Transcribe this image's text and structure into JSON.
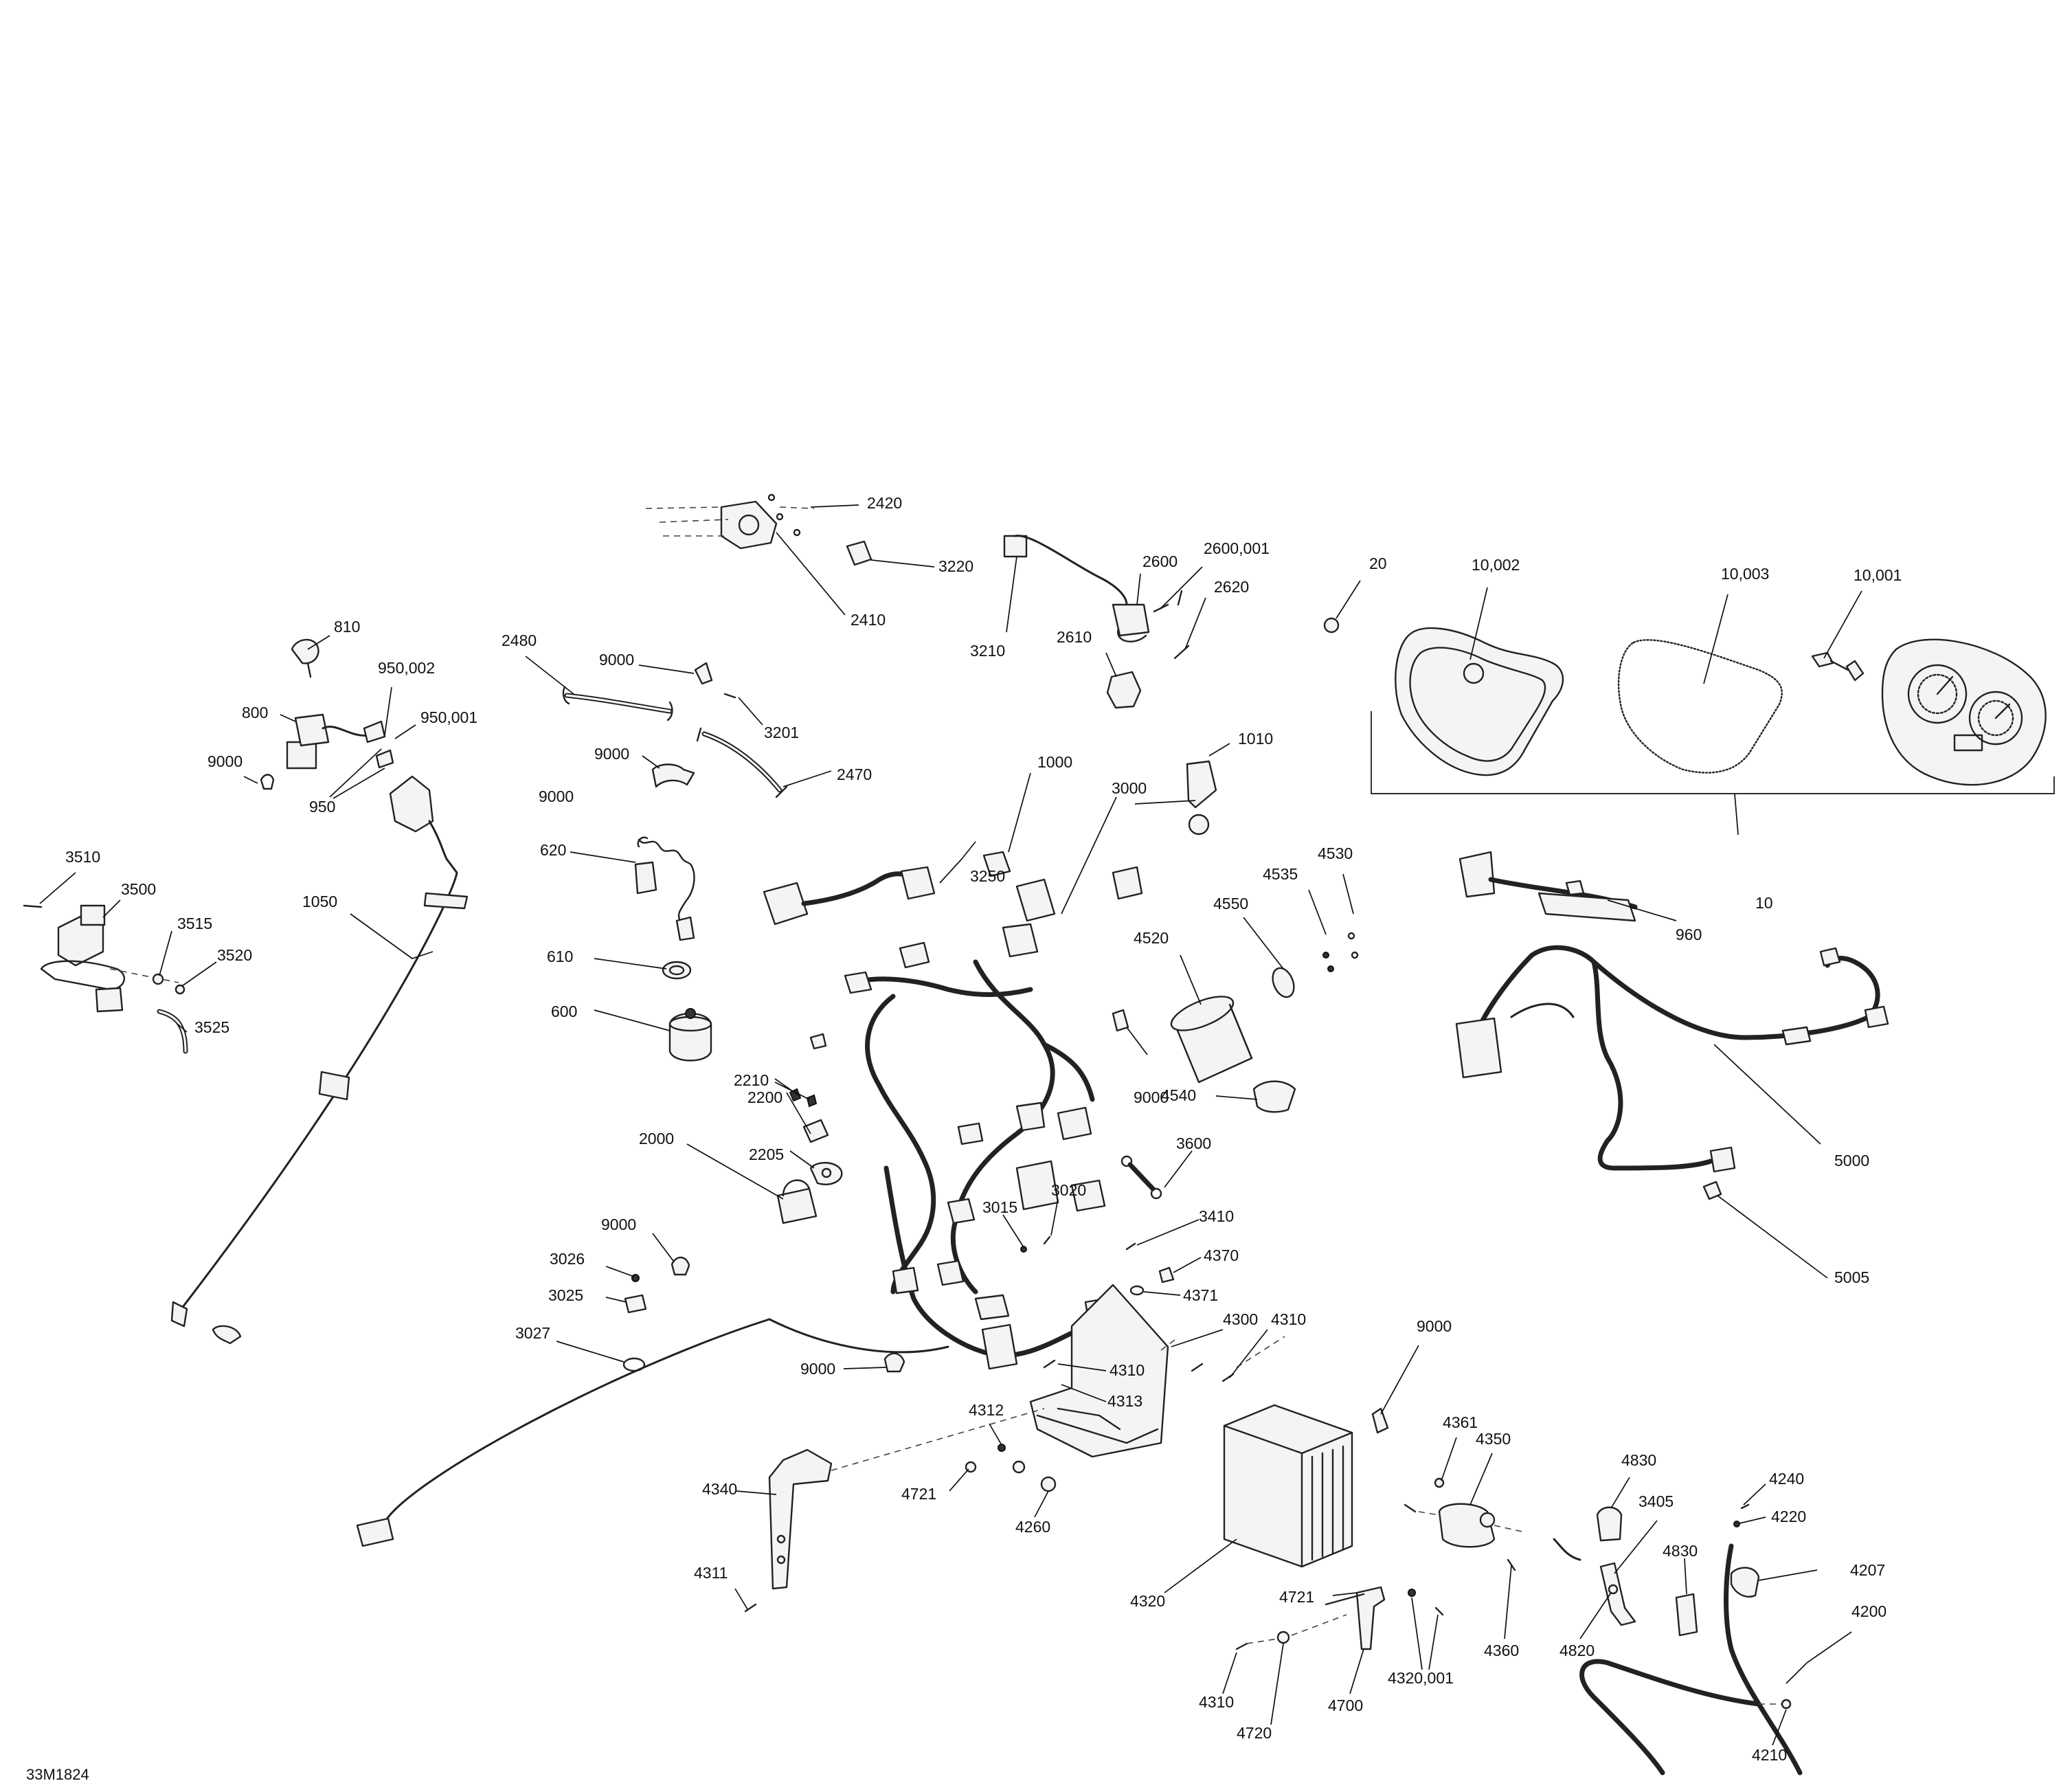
{
  "diagram": {
    "code": "33M1824",
    "callouts": [
      "2420",
      "3220",
      "2410",
      "2600",
      "2600,001",
      "2620",
      "3210",
      "2610",
      "20",
      "10,002",
      "10,003",
      "10,001",
      "810",
      "950,002",
      "800",
      "950,001",
      "9000",
      "950",
      "2480",
      "9000",
      "3201",
      "9000",
      "2470",
      "1010",
      "9000",
      "1000",
      "3000",
      "3250",
      "620",
      "3510",
      "3500",
      "3515",
      "3520",
      "1050",
      "3525",
      "4530",
      "4535",
      "4550",
      "4520",
      "10",
      "960",
      "610",
      "600",
      "2210",
      "2200",
      "2205",
      "9000",
      "4540",
      "5000",
      "2000",
      "3600",
      "3015",
      "3020",
      "9000",
      "3026",
      "3410",
      "4370",
      "3025",
      "4371",
      "5005",
      "4300",
      "4310",
      "3027",
      "9000",
      "4310",
      "4313",
      "9000",
      "4361",
      "4350",
      "4312",
      "4721",
      "4260",
      "4340",
      "4830",
      "3405",
      "4240",
      "4220",
      "4830",
      "4207",
      "4311",
      "4320",
      "4721",
      "4360",
      "4820",
      "4200",
      "4320,001",
      "4310",
      "4700",
      "4720",
      "4210"
    ]
  }
}
